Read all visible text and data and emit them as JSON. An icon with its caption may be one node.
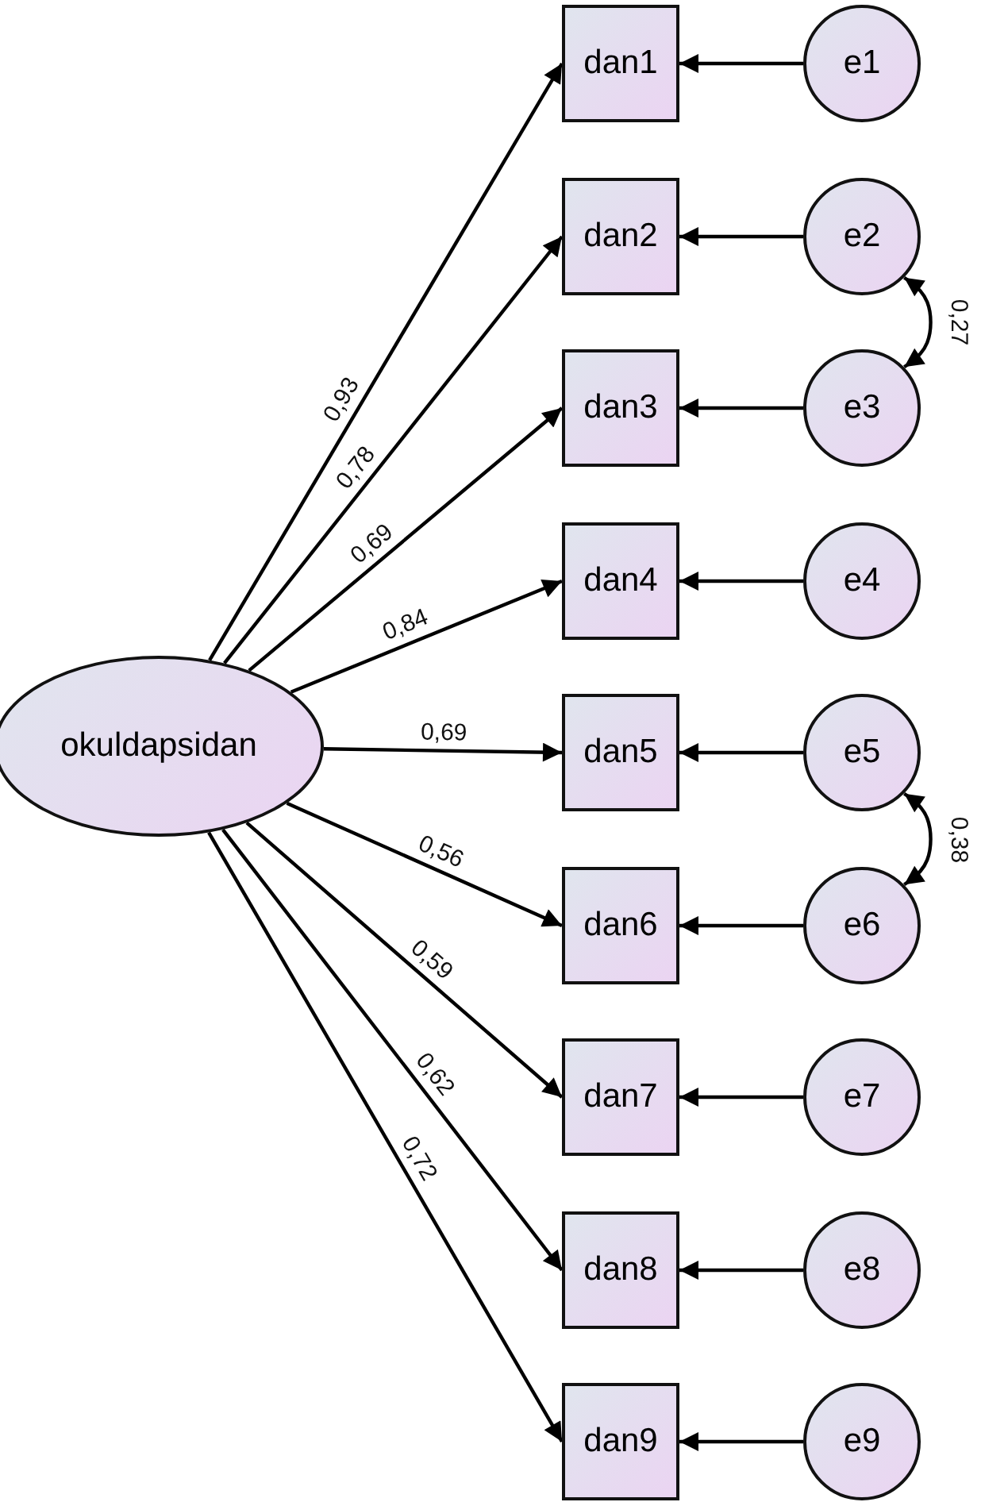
{
  "diagram": {
    "nodes": [
      {
        "text": [
          "okuldapsidan"
        ]
      },
      {
        "text": [
          "dan1"
        ]
      },
      {
        "text": [
          "dan2"
        ]
      },
      {
        "text": [
          "dan3"
        ]
      },
      {
        "text": [
          "dan4"
        ]
      },
      {
        "text": [
          "dan5"
        ]
      },
      {
        "text": [
          "dan6"
        ]
      },
      {
        "text": [
          "dan7"
        ]
      },
      {
        "text": [
          "dan8"
        ]
      },
      {
        "text": [
          "dan9"
        ]
      },
      {
        "text": [
          "e1"
        ]
      },
      {
        "text": [
          "e2"
        ]
      },
      {
        "text": [
          "e3"
        ]
      },
      {
        "text": [
          "e4"
        ]
      },
      {
        "text": [
          "e5"
        ]
      },
      {
        "text": [
          "e6"
        ]
      },
      {
        "text": [
          "e7"
        ]
      },
      {
        "text": [
          "e8"
        ]
      },
      {
        "text": [
          "e9"
        ]
      }
    ],
    "edges": [
      {
        "from": 0,
        "to": 1,
        "arrow": "to",
        "label": "0,93"
      },
      {
        "from": 0,
        "to": 2,
        "arrow": "to",
        "label": "0,78"
      },
      {
        "from": 0,
        "to": 3,
        "arrow": "to",
        "label": "0,69"
      },
      {
        "from": 0,
        "to": 4,
        "arrow": "to",
        "label": "0,84"
      },
      {
        "from": 0,
        "to": 5,
        "arrow": "to",
        "label": "0,69"
      },
      {
        "from": 0,
        "to": 6,
        "arrow": "to",
        "label": "0,56"
      },
      {
        "from": 0,
        "to": 7,
        "arrow": "to",
        "label": "0,59"
      },
      {
        "from": 0,
        "to": 8,
        "arrow": "to",
        "label": "0,62"
      },
      {
        "from": 0,
        "to": 9,
        "arrow": "to",
        "label": "0,72"
      },
      {
        "from": 10,
        "to": 1,
        "arrow": "to"
      },
      {
        "from": 11,
        "to": 2,
        "arrow": "to"
      },
      {
        "from": 12,
        "to": 3,
        "arrow": "to"
      },
      {
        "from": 13,
        "to": 4,
        "arrow": "to"
      },
      {
        "from": 14,
        "to": 5,
        "arrow": "to"
      },
      {
        "from": 15,
        "to": 6,
        "arrow": "to"
      },
      {
        "from": 16,
        "to": 7,
        "arrow": "to"
      },
      {
        "from": 17,
        "to": 8,
        "arrow": "to"
      },
      {
        "from": 18,
        "to": 9,
        "arrow": "to"
      },
      {
        "from": 11,
        "to": 12,
        "arrow": "both",
        "label": "0,27"
      },
      {
        "from": 14,
        "to": 15,
        "arrow": "both",
        "label": "0,38"
      }
    ]
  }
}
